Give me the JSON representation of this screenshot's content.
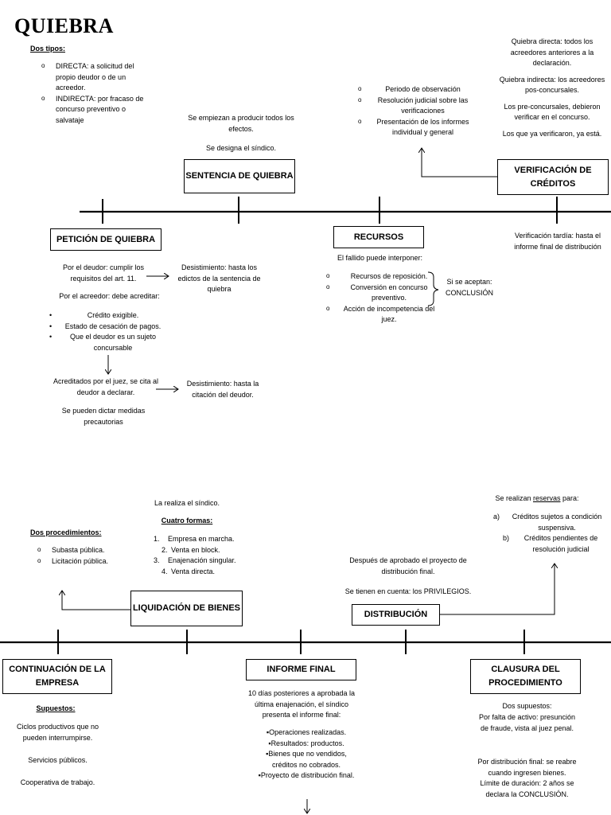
{
  "title": "QUIEBRA",
  "top": {
    "dos_tipos": {
      "heading": "Dos tipos:",
      "items": [
        "DIRECTA: a solicitud del propio deudor o de un acreedor.",
        "INDIRECTA: por fracaso de concurso preventivo o salvataje"
      ]
    },
    "sentencia": {
      "note1": "Se empiezan a producir todos los efectos.",
      "note2": "Se designa el síndico.",
      "box": "SENTENCIA DE QUIEBRA"
    },
    "verificacion_list": [
      "Periodo de observación",
      "Resolución judicial sobre las verificaciones",
      "Presentación de los informes individual y general"
    ],
    "verificacion_notes": [
      "Quiebra directa: todos los acreedores anteriores a la declaración.",
      "Quiebra indirecta: los acreedores pos-concursales.",
      "Los pre-concursales, debieron verificar en el concurso.",
      "Los que ya verificaron, ya está."
    ],
    "verificacion_box": "VERIFICACIÓN DE CRÉDITOS",
    "peticion": {
      "box": "PETICIÓN DE QUIEBRA",
      "deudor": "Por el deudor: cumplir los requisitos del art. 11.",
      "desist1": "Desistimiento: hasta los edictos de la sentencia de quiebra",
      "acreedor": "Por el acreedor: debe acreditar:",
      "items": [
        "Crédito exigible.",
        "Estado de cesación de pagos.",
        "Que el deudor es un sujeto concursable"
      ],
      "acreditados": "Acreditados por el juez, se cita al deudor a declarar.",
      "desist2": "Desistimiento: hasta la citación del deudor.",
      "medidas": "Se pueden dictar medidas precautorias"
    },
    "recursos": {
      "box": "RECURSOS",
      "intro": "El fallido puede interponer:",
      "items": [
        "Recursos de reposición.",
        "Conversión en concurso preventivo.",
        "Acción de incompetencia del juez."
      ],
      "aceptan": "Si se aceptan: CONCLUSIÓN"
    },
    "tardia": "Verificación tardía: hasta el informe final de distribución"
  },
  "bottom": {
    "dos_proc": {
      "heading": "Dos procedimientos:",
      "items": [
        "Subasta pública.",
        "Licitación pública."
      ]
    },
    "liquidacion": {
      "realiza": "La realiza el síndico.",
      "heading": "Cuatro formas:",
      "items": [
        "Empresa en marcha.",
        "Venta en block.",
        "Enajenación singular.",
        "Venta directa."
      ],
      "nums": [
        "1.",
        "2.",
        "3.",
        "4."
      ],
      "box": "LIQUIDACIÓN DE BIENES"
    },
    "distribucion": {
      "note1": "Después de aprobado el proyecto de distribución final.",
      "note2": "Se tienen en cuenta: los PRIVILEGIOS.",
      "box": "DISTRIBUCIÓN"
    },
    "reservas": {
      "prefix": "Se realizan ",
      "word": "reservas",
      "suffix": " para:",
      "items": [
        "Créditos sujetos a condición suspensiva.",
        "Créditos pendientes de resolución judicial"
      ],
      "letters": [
        "a)",
        "b)"
      ]
    },
    "continuacion": {
      "box": "CONTINUACIÓN DE LA EMPRESA",
      "heading": "Supuestos:",
      "items": [
        "Ciclos productivos que no pueden interrumpirse.",
        "Servicios públicos.",
        "Cooperativa de trabajo."
      ]
    },
    "informe": {
      "box": "INFORME FINAL",
      "intro": "10 días posteriores a aprobada la última enajenación, el síndico presenta el informe final:",
      "items": [
        "Operaciones realizadas.",
        "Resultados: productos.",
        "Bienes que no vendidos, créditos no cobrados.",
        "Proyecto de distribución final."
      ]
    },
    "clausura": {
      "box": "CLAUSURA DEL PROCEDIMIENTO",
      "p1": "Dos supuestos:",
      "p2": "Por falta de activo: presunción de fraude, vista al juez penal.",
      "p3": "Por distribución final: se reabre cuando ingresen bienes. Límite de duración: 2 años se declara la CONCLUSIÓN."
    }
  }
}
